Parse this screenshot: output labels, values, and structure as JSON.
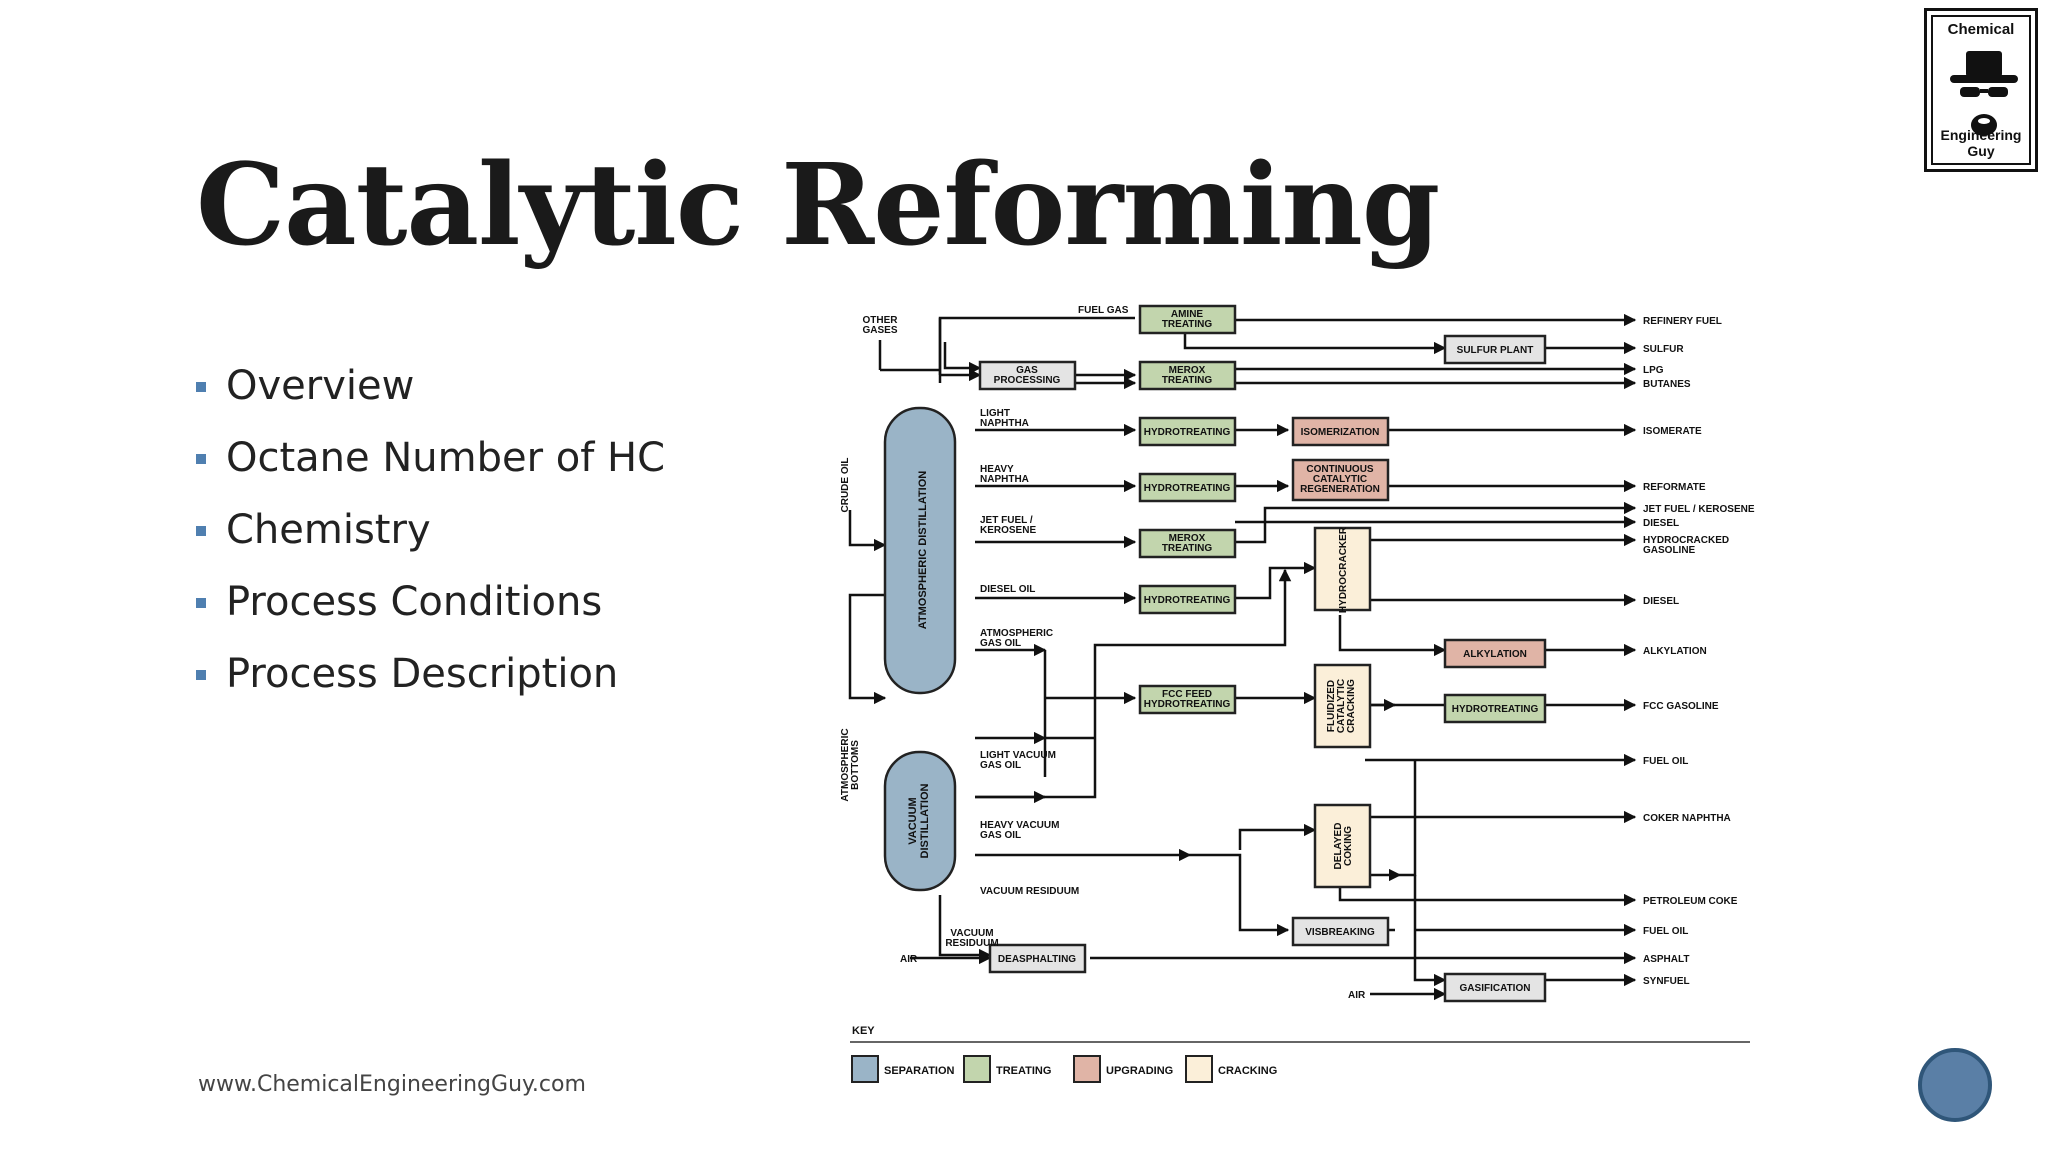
{
  "slide": {
    "title": "Catalytic Reforming",
    "bullets": [
      "Overview",
      "Octane Number of HC",
      "Chemistry",
      "Process Conditions",
      "Process Description"
    ],
    "footer_url": "www.ChemicalEngineeringGuy.com"
  },
  "logo": {
    "top_text": "Chemical",
    "bottom_text": "Engineering Guy"
  },
  "colors": {
    "separation": "#9ab4c7",
    "treating": "#c2d5ad",
    "upgrading": "#e0b4a6",
    "cracking": "#fbefd9",
    "neutral": "#e4e4e4",
    "bullet": "#4f7fb0",
    "nav_button": "#5a7fa6"
  },
  "diagram": {
    "columns": {
      "atmospheric": "ATMOSPHERIC DISTILLATION",
      "vacuum": [
        "VACUUM",
        "DISTILLATION"
      ]
    },
    "feed_labels": {
      "crude_oil": "CRUDE OIL",
      "other_gases": [
        "OTHER",
        "GASES"
      ],
      "fuel_gas": "FUEL GAS",
      "atm_bottoms": [
        "ATMOSPHERIC",
        "BOTTOMS"
      ],
      "air1": "AIR",
      "air2": "AIR"
    },
    "stream_labels": {
      "light_naphtha": [
        "LIGHT",
        "NAPHTHA"
      ],
      "heavy_naphtha": [
        "HEAVY",
        "NAPHTHA"
      ],
      "jet_fuel": [
        "JET FUEL /",
        "KEROSENE"
      ],
      "diesel_oil": "DIESEL OIL",
      "atm_gas_oil": [
        "ATMOSPHERIC",
        "GAS OIL"
      ],
      "lvgo": [
        "LIGHT VACUUM",
        "GAS OIL"
      ],
      "hvgo": [
        "HEAVY VACUUM",
        "GAS OIL"
      ],
      "vac_residuum": "VACUUM RESIDUUM",
      "vac_residuum2": [
        "VACUUM",
        "RESIDUUM"
      ]
    },
    "units": {
      "amine": [
        "AMINE",
        "TREATING"
      ],
      "gas_processing": [
        "GAS",
        "PROCESSING"
      ],
      "merox1": [
        "MEROX",
        "TREATING"
      ],
      "sulfur": "SULFUR PLANT",
      "hydrotreating1": "HYDROTREATING",
      "isomerization": "ISOMERIZATION",
      "hydrotreating2": "HYDROTREATING",
      "ccr": [
        "CONTINUOUS",
        "CATALYTIC",
        "REGENERATION"
      ],
      "merox2": [
        "MEROX",
        "TREATING"
      ],
      "hydrotreating3": "HYDROTREATING",
      "hydrocracker": "HYDROCRACKER",
      "alkylation": "ALKYLATION",
      "fcc_feed": [
        "FCC FEED",
        "HYDROTREATING"
      ],
      "fcc": [
        "FLUIDIZED",
        "CATALYTIC",
        "CRACKING"
      ],
      "hydrotreating4": "HYDROTREATING",
      "coking": [
        "DELAYED",
        "COKING"
      ],
      "visbreaking": "VISBREAKING",
      "deasphalting": "DEASPHALTING",
      "gasification": "GASIFICATION"
    },
    "products": {
      "refinery_fuel": "REFINERY FUEL",
      "sulfur": "SULFUR",
      "lpg": "LPG",
      "butanes": "BUTANES",
      "isomerate": "ISOMERATE",
      "reformate": "REFORMATE",
      "jet_fuel": "JET FUEL / KEROSENE",
      "diesel1": "DIESEL",
      "hc_gasoline": [
        "HYDROCRACKED",
        "GASOLINE"
      ],
      "diesel2": "DIESEL",
      "alkylation": "ALKYLATION",
      "fcc_gasoline": "FCC GASOLINE",
      "fuel_oil1": "FUEL OIL",
      "coker_naphtha": "COKER NAPHTHA",
      "pet_coke": "PETROLEUM COKE",
      "fuel_oil2": "FUEL OIL",
      "asphalt": "ASPHALT",
      "synfuel": "SYNFUEL"
    },
    "key": {
      "title": "KEY",
      "items": [
        "SEPARATION",
        "TREATING",
        "UPGRADING",
        "CRACKING"
      ]
    }
  }
}
